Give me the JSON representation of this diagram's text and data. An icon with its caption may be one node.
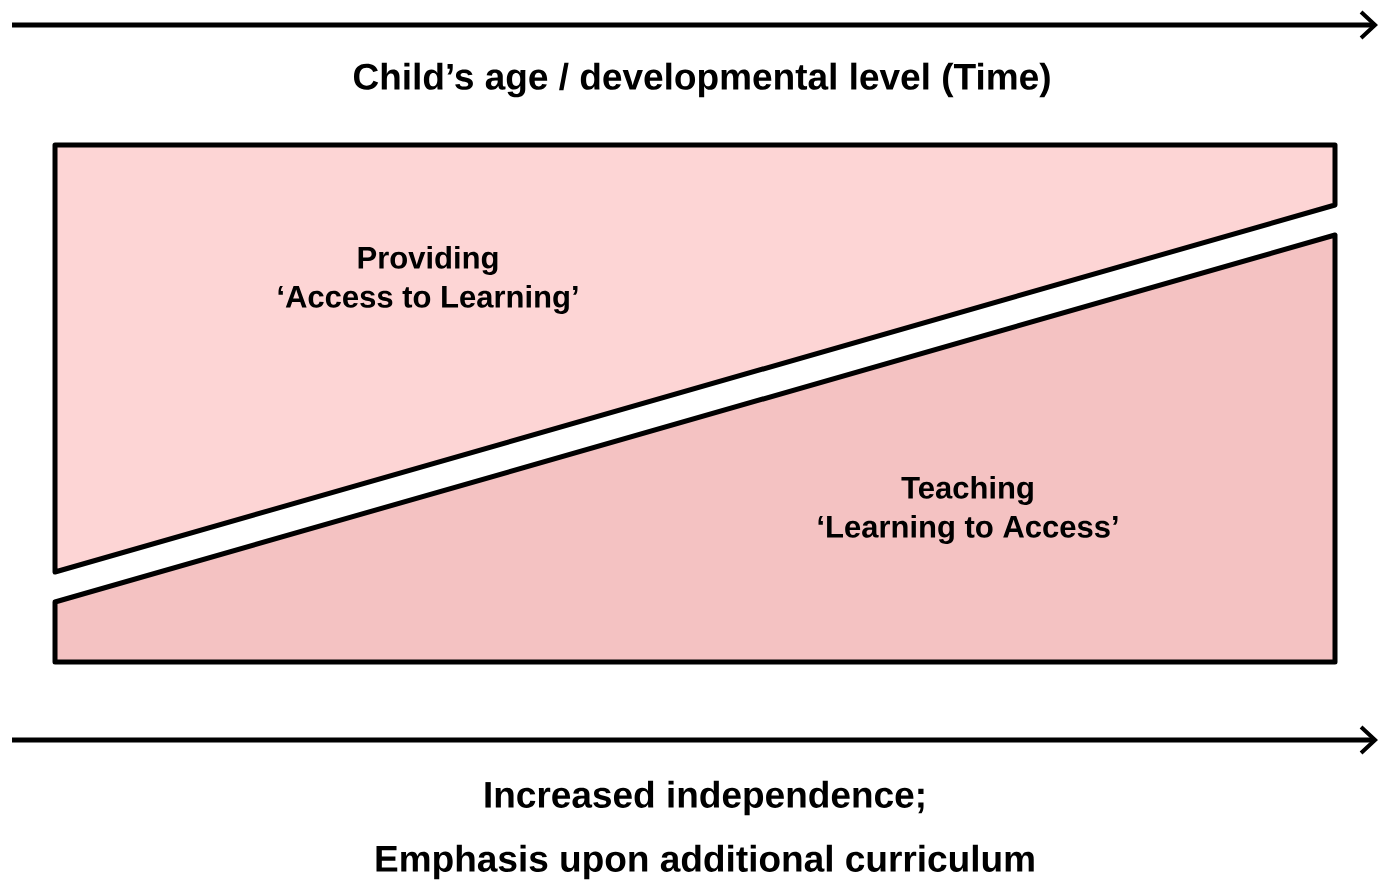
{
  "diagram": {
    "title": "Child’s age / developmental level (Time)",
    "nodes": [
      {
        "text": [
          "Providing",
          "‘Access to Learning’"
        ]
      },
      {
        "text": [
          "Teaching",
          "‘Learning to Access’"
        ]
      }
    ],
    "labels": [
      "Increased independence;",
      "Emphasis upon additional curriculum"
    ]
  }
}
